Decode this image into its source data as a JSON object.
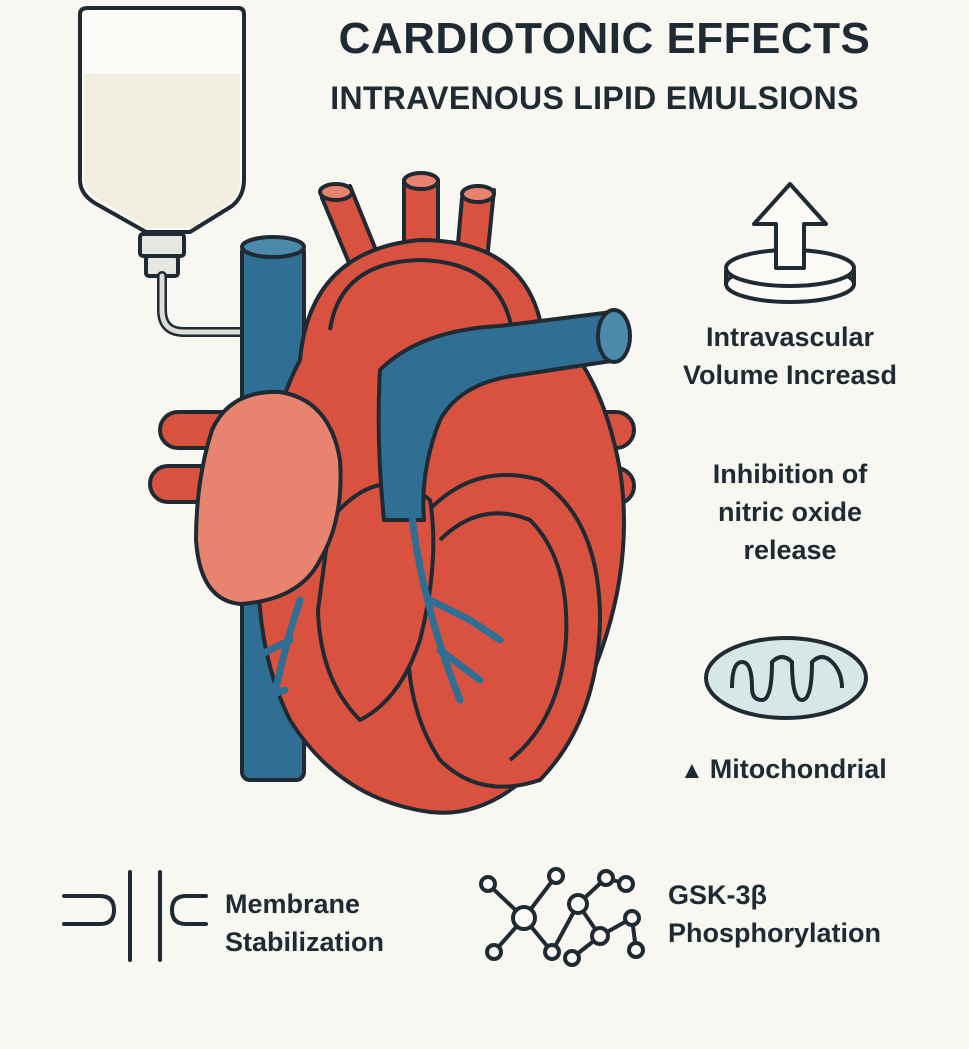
{
  "header": {
    "title": "CARDIOTONIC EFFECTS",
    "subtitle": "INTRAVENOUS LIPID EMULSIONS"
  },
  "effects": {
    "volume": {
      "line1": "Intravascular",
      "line2": "Volume Increasd",
      "icon": "arrow-up-platform-icon"
    },
    "nitric": {
      "line1": "Inhibition of",
      "line2": "nitric oxide",
      "line3": "release"
    },
    "mito": {
      "label": "Mitochondrial",
      "arrow": "▲",
      "icon": "mitochondrion-icon"
    },
    "membrane": {
      "line1": "Membrane",
      "line2": "Stabilization",
      "icon": "membrane-icon"
    },
    "gsk": {
      "line1": "GSK-3β",
      "line2": "Phosphorylation",
      "icon": "molecule-icon"
    }
  },
  "illustration": {
    "heart": "heart-icon",
    "iv_bag": "iv-bag-icon"
  },
  "colors": {
    "heart_red": "#d9513f",
    "heart_light": "#e8836f",
    "vessel_blue": "#2f6f93",
    "outline": "#1f2a33",
    "emulsion": "#f3efe0",
    "mito_fill": "#d7e7e6"
  }
}
